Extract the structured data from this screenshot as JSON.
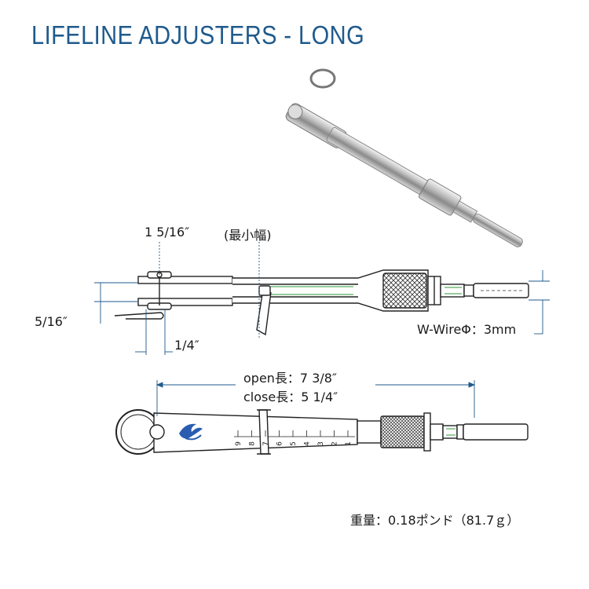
{
  "title": "LIFELINE ADJUSTERS - LONG",
  "dimensions": {
    "min_width": "1 5/16″",
    "min_width_note": "(最小幅)",
    "jaw_width": "5/16″",
    "pin_dia": "1/4″",
    "wire": "W-WireΦ：3mm",
    "open_length": "open長：7 3/8″",
    "close_length": "close長：5 1/4″"
  },
  "scale_numbers": [
    "9",
    "8",
    "7",
    "6",
    "5",
    "4",
    "3",
    "2",
    "1"
  ],
  "weight": "重量：0.18ポンド（81.7ｇ）",
  "colors": {
    "title": "#1f5a8c",
    "dim": "#1f5a8c",
    "logo": "#2a5db0",
    "thread": "#2e9a3a"
  }
}
